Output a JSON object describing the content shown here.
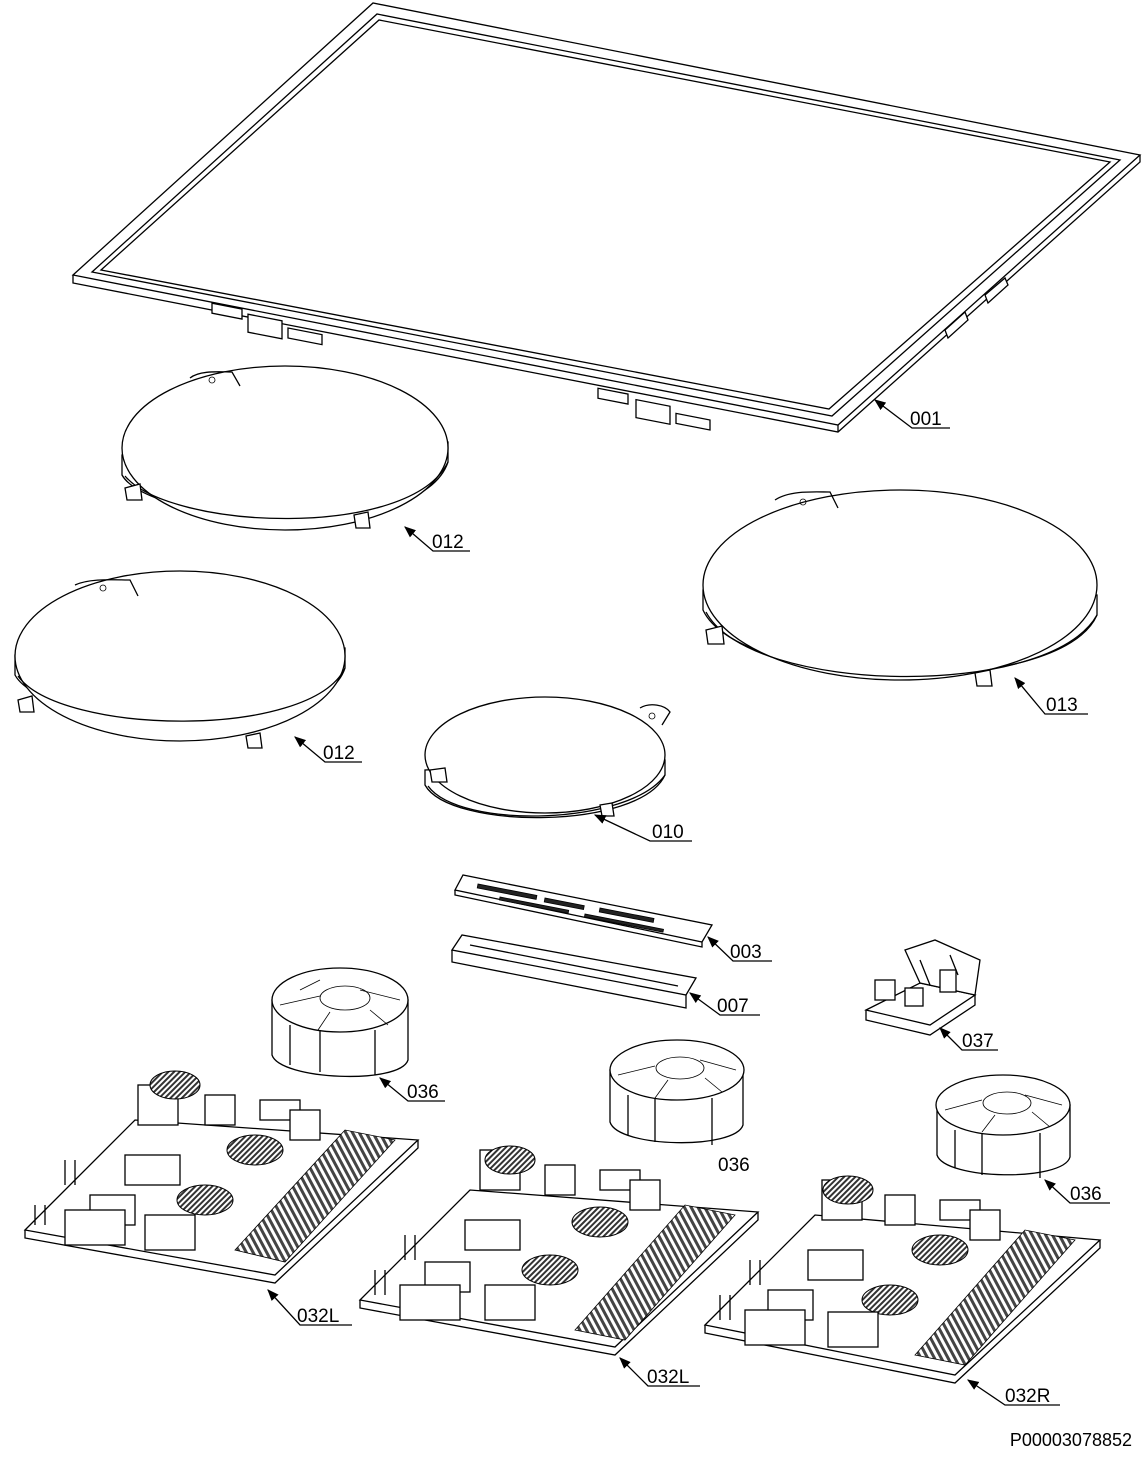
{
  "diagram": {
    "reference_code": "P00003078852",
    "parts": {
      "frame": "001",
      "coil_front_left": "012",
      "coil_rear_left": "012",
      "coil_large": "013",
      "coil_small": "010",
      "control_board": "003",
      "control_holder": "007",
      "filter_unit": "037",
      "fan_left": "036",
      "fan_center": "036",
      "fan_right": "036",
      "board_left": "032L",
      "board_center": "032L",
      "board_right": "032R"
    }
  }
}
